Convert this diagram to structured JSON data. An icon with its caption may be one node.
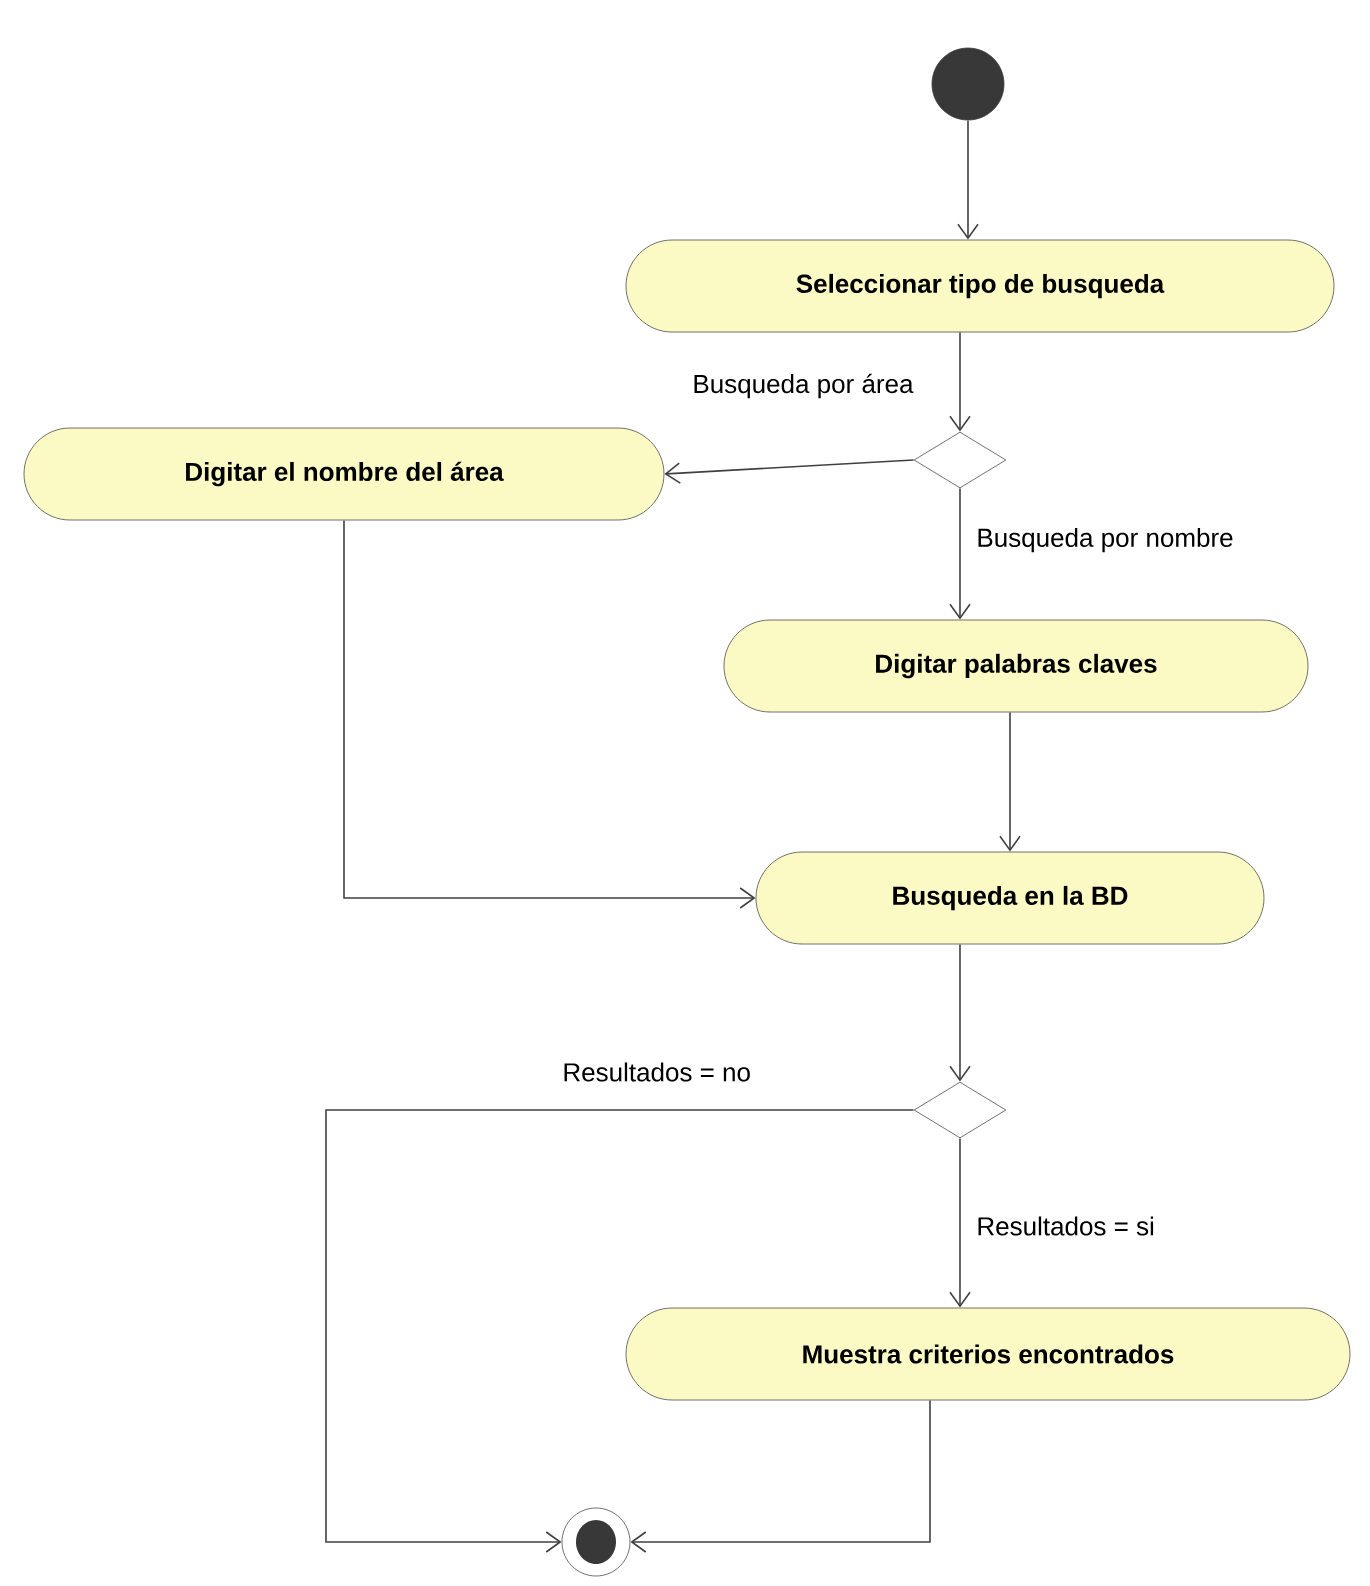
{
  "diagram": {
    "nodes": [
      {
        "text": [],
        "shape": "circle"
      },
      {
        "text": [
          "Seleccionar tipo de busqueda"
        ]
      },
      {
        "text": [],
        "shape": "diamond"
      },
      {
        "text": [
          "Digitar el nombre del área"
        ]
      },
      {
        "text": [
          "Digitar palabras claves"
        ]
      },
      {
        "text": [
          "Busqueda en la BD"
        ]
      },
      {
        "text": [],
        "shape": "diamond"
      },
      {
        "text": [
          "Muestra criterios encontrados"
        ]
      },
      {
        "text": [],
        "shape": "bullseye"
      }
    ],
    "edges": [
      {
        "from": 0,
        "to": 1,
        "arrow": "to"
      },
      {
        "from": 1,
        "to": 2,
        "arrow": "to"
      },
      {
        "from": 2,
        "to": 3,
        "arrow": "to",
        "label": "Busqueda por área"
      },
      {
        "from": 2,
        "to": 4,
        "arrow": "to",
        "label": "Busqueda por nombre"
      },
      {
        "from": 4,
        "to": 5,
        "arrow": "to"
      },
      {
        "from": 3,
        "to": 5,
        "arrow": "to"
      },
      {
        "from": 5,
        "to": 6,
        "arrow": "to"
      },
      {
        "from": 6,
        "to": 8,
        "arrow": "to",
        "label": "Resultados = no"
      },
      {
        "from": 6,
        "to": 7,
        "arrow": "to",
        "label": "Resultados = si"
      },
      {
        "from": 7,
        "to": 8,
        "arrow": "to"
      }
    ]
  }
}
